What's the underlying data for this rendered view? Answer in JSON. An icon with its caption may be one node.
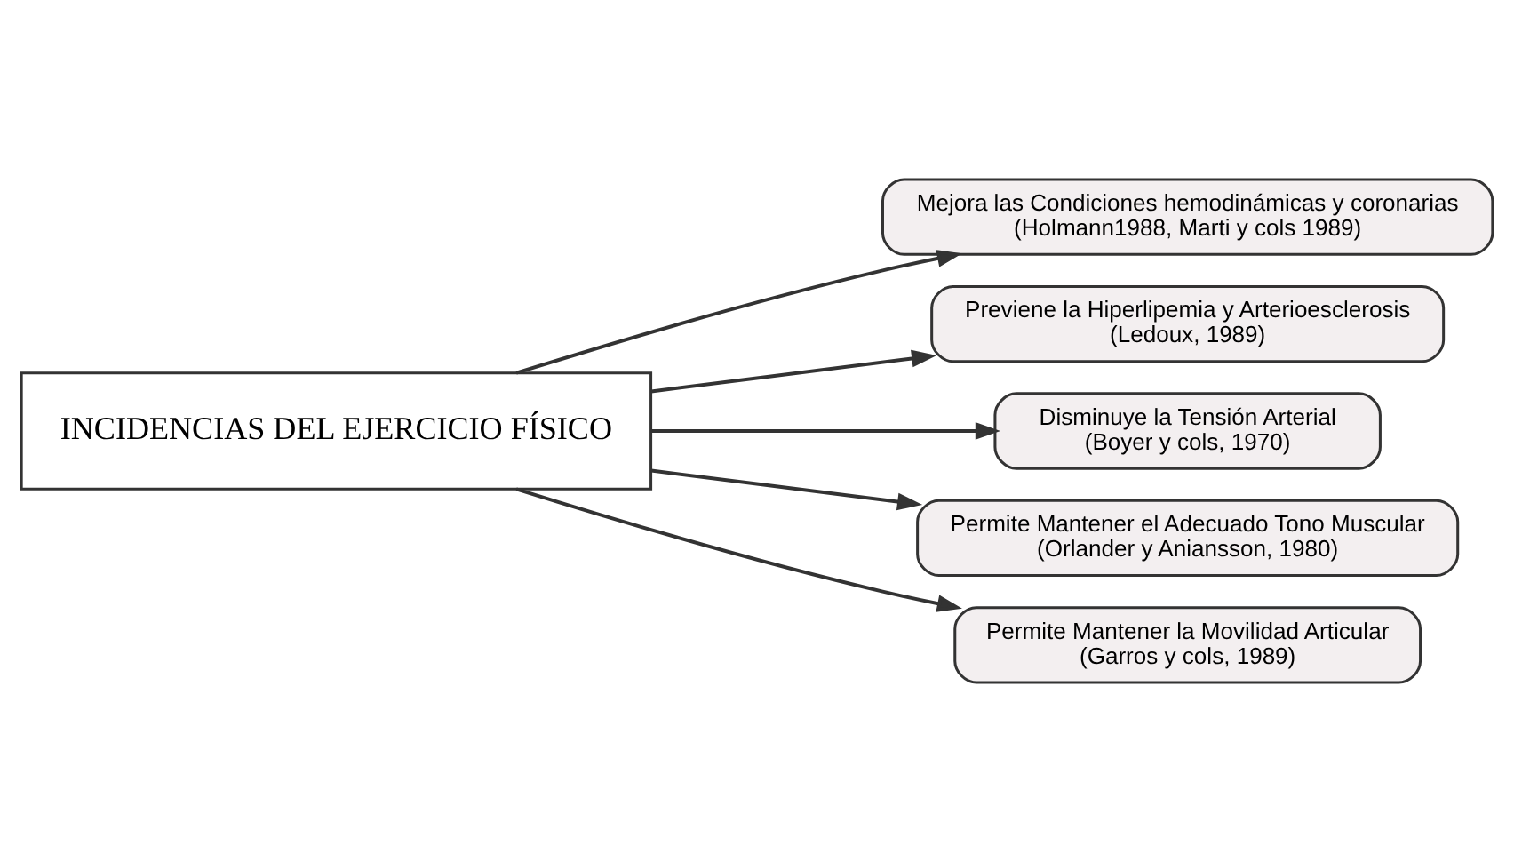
{
  "diagram": {
    "nodes": [
      {
        "text": [
          "INCIDENCIAS DEL EJERCICIO FÍSICO"
        ]
      },
      {
        "text": [
          "Mejora las Condiciones hemodinámicas y coronarias",
          "(Holmann1988, Marti y cols 1989)"
        ]
      },
      {
        "text": [
          "Previene la Hiperlipemia y Arterioesclerosis",
          "(Ledoux, 1989)"
        ]
      },
      {
        "text": [
          "Disminuye la Tensión Arterial",
          "(Boyer y cols, 1970)"
        ]
      },
      {
        "text": [
          "Permite Mantener el Adecuado Tono Muscular",
          "(Orlander y Aniansson, 1980)"
        ]
      },
      {
        "text": [
          "Permite Mantener la Movilidad Articular",
          "(Garros y cols, 1989)"
        ]
      }
    ],
    "edges": [
      {
        "from": 0,
        "to": 1,
        "arrow": "to"
      },
      {
        "from": 0,
        "to": 2,
        "arrow": "to"
      },
      {
        "from": 0,
        "to": 3,
        "arrow": "to"
      },
      {
        "from": 0,
        "to": 4,
        "arrow": "to"
      },
      {
        "from": 0,
        "to": 5,
        "arrow": "to"
      }
    ]
  }
}
